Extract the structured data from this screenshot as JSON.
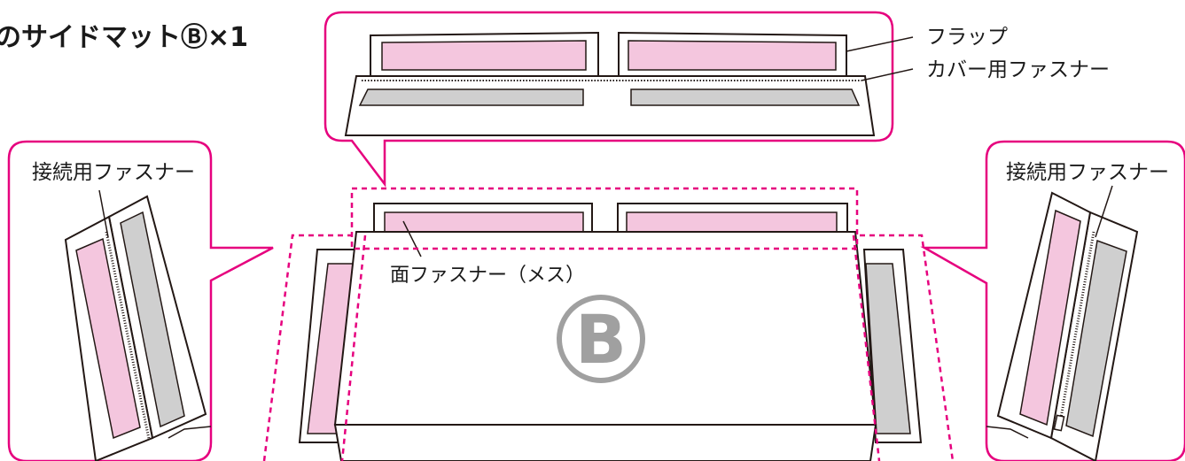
{
  "title": "のサイドマットⒷ×1",
  "labels": {
    "flap": "フラップ",
    "cover_fastener": "カバー用ファスナー",
    "connect_fastener_left": "接続用ファスナー",
    "connect_fastener_right": "接続用ファスナー",
    "velcro_female": "面ファスナー（メス）",
    "mark": "B"
  },
  "colors": {
    "callout": "#e6007e",
    "pink": "#f4c6de",
    "gray": "#cfcfcf",
    "line": "#231815",
    "mark_gray": "#a0a0a0"
  }
}
